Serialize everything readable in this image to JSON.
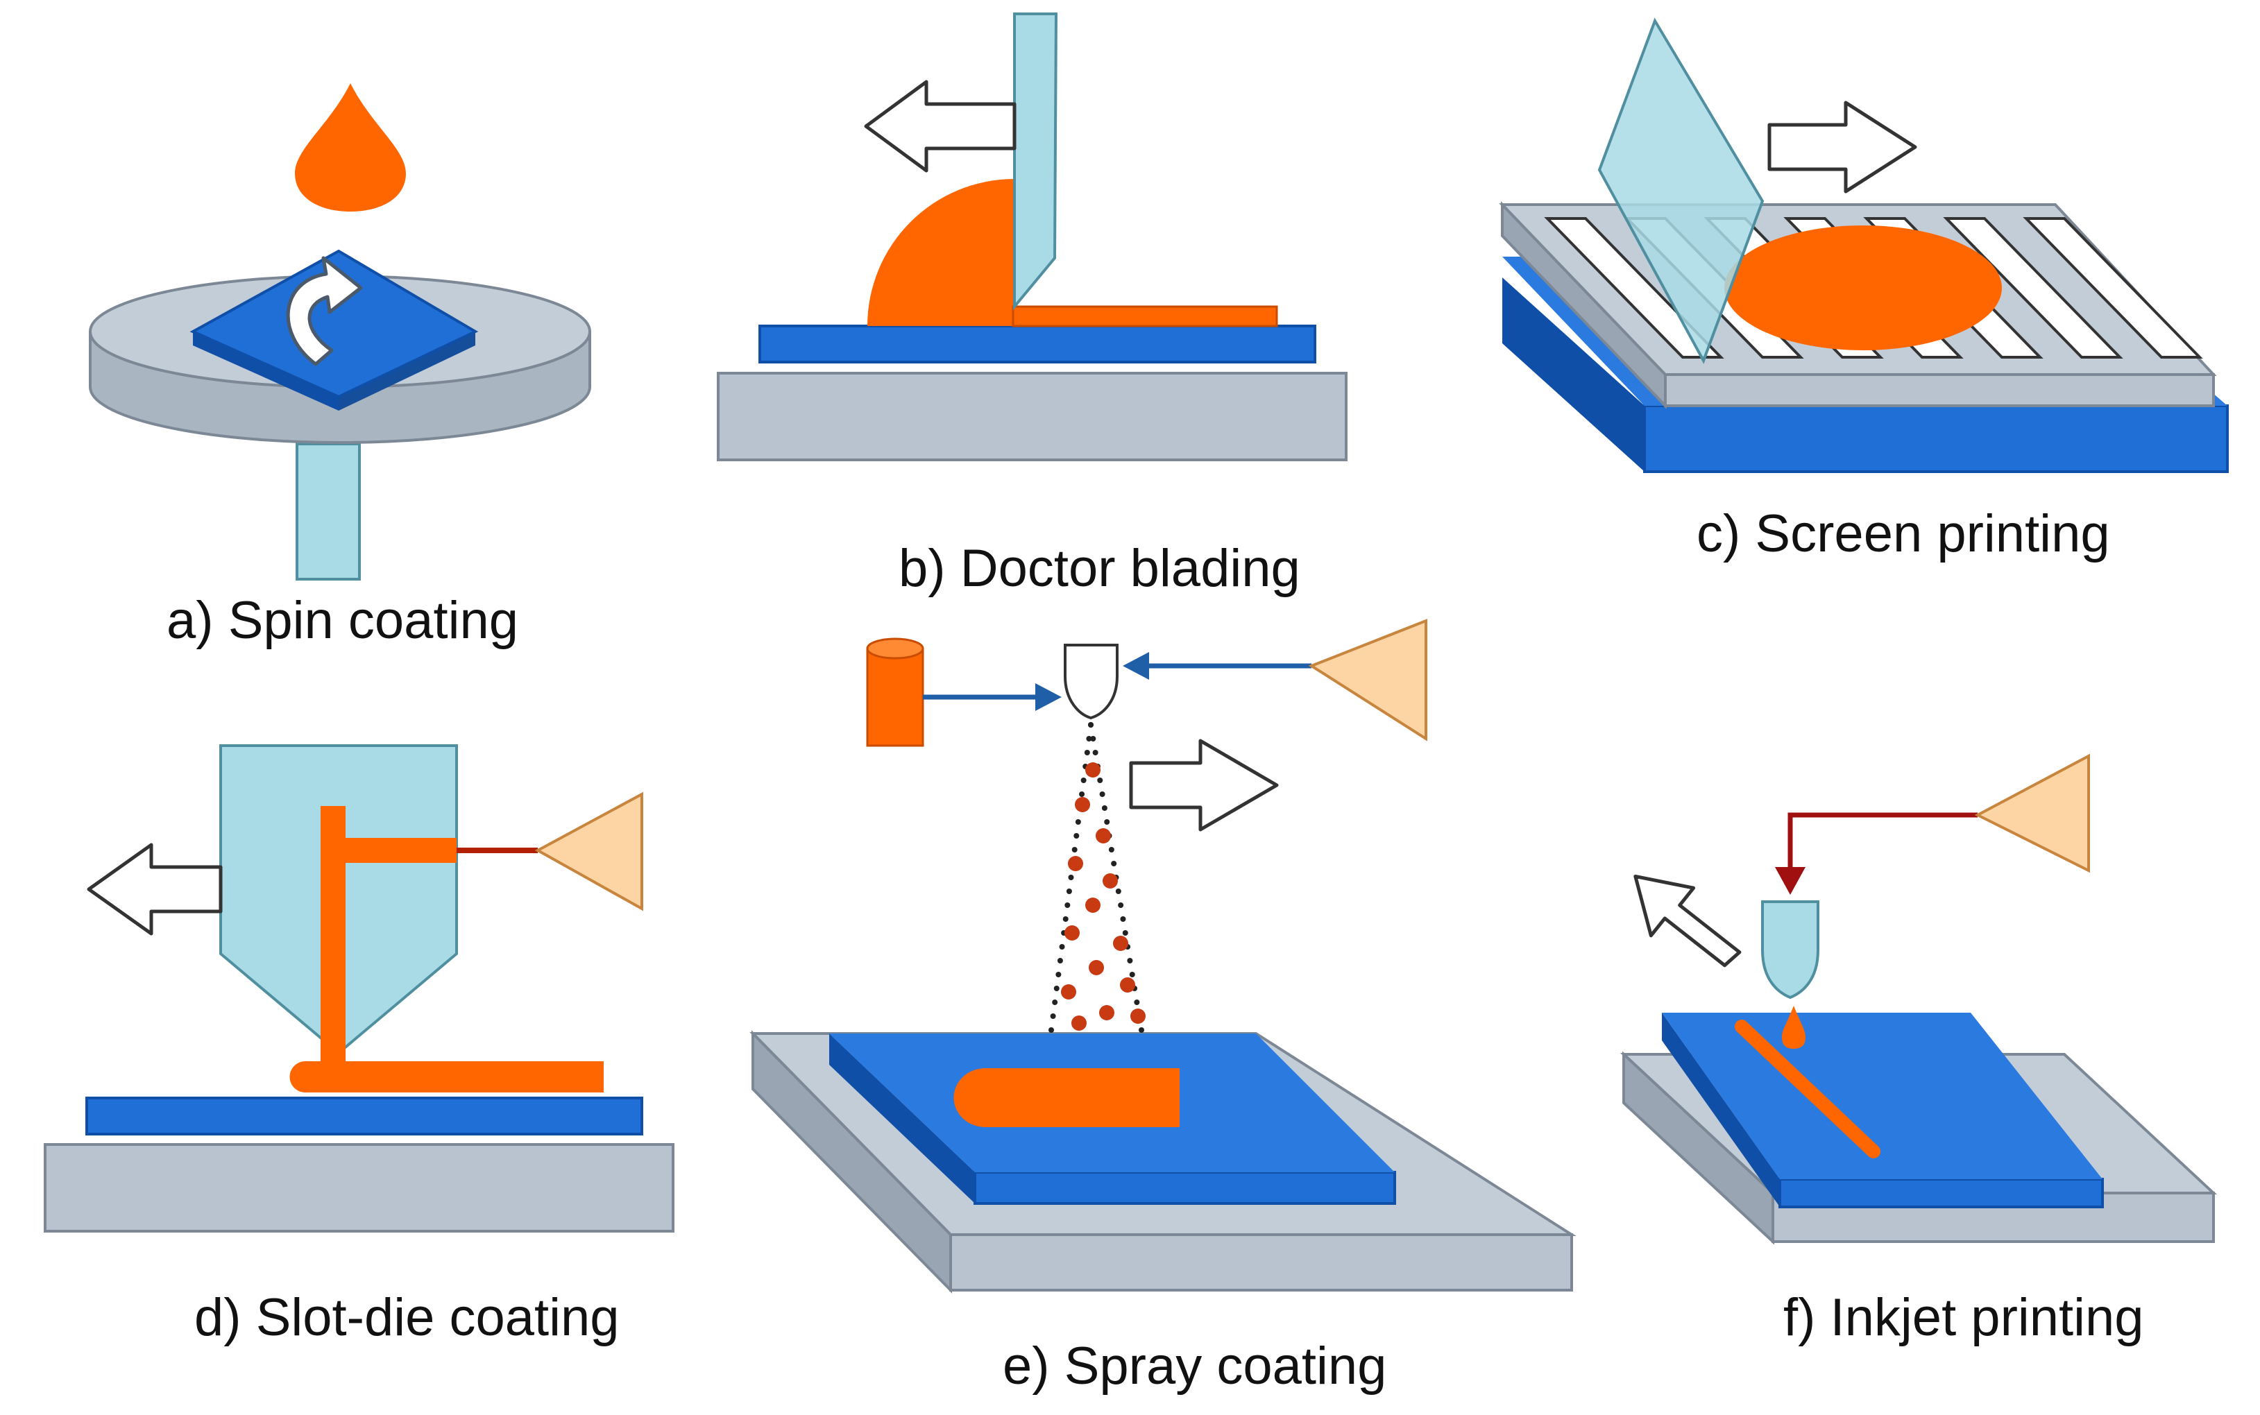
{
  "colors": {
    "orange": "#ff6600",
    "blue": "#1f6fd6",
    "blue_edge": "#0f4fa8",
    "steel": "#b8c3cf",
    "steel_edge": "#7d8896",
    "glass": "#a8dbe6",
    "glass_edge": "#4f8fa0",
    "peach": "#fdd5a4",
    "peach_edge": "#c7853e",
    "line_blue": "#1f5fa8",
    "line_red": "#a01010",
    "droplet": "#c83a12"
  },
  "icons": [
    "droplet-icon",
    "rotate-arrow-icon",
    "direction-arrow-icon",
    "gas-supply-icon",
    "ink-reservoir-icon",
    "nozzle-icon"
  ],
  "panels": {
    "a": {
      "caption": "a) Spin coating"
    },
    "b": {
      "caption": "b) Doctor blading"
    },
    "c": {
      "caption": "c) Screen printing"
    },
    "d": {
      "caption": "d) Slot-die coating"
    },
    "e": {
      "caption": "e) Spray coating"
    },
    "f": {
      "caption": "f) Inkjet printing"
    }
  }
}
